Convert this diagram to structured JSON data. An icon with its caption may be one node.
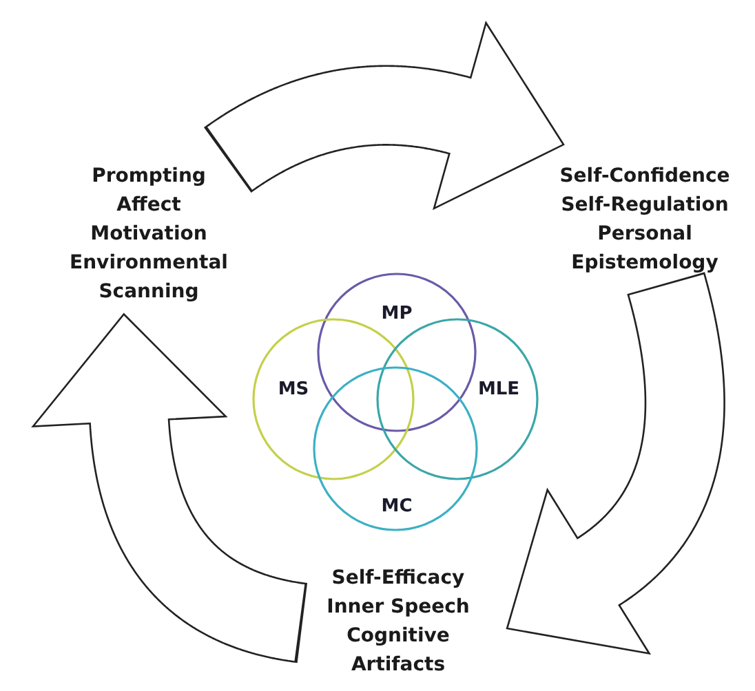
{
  "diagram": {
    "nodes": [
      {
        "text": [
          "Prompting",
          "Affect",
          "Motivation",
          "Environmental Scanning"
        ]
      },
      {
        "text": [
          "Self-Confidence",
          "Self-Regulation",
          "Personal Epistemology"
        ]
      },
      {
        "text": [
          "Self-Efficacy",
          "Inner Speech",
          "Cognitive Artifacts"
        ]
      },
      {
        "text": [
          "MP"
        ]
      },
      {
        "text": [
          "MS"
        ]
      },
      {
        "text": [
          "MLE"
        ]
      },
      {
        "text": [
          "MC"
        ]
      }
    ],
    "edges": [
      {
        "from": 0,
        "to": 1,
        "arrow": "to"
      },
      {
        "from": 1,
        "to": 2,
        "arrow": "to"
      },
      {
        "from": 2,
        "to": 0,
        "arrow": "to"
      }
    ]
  }
}
